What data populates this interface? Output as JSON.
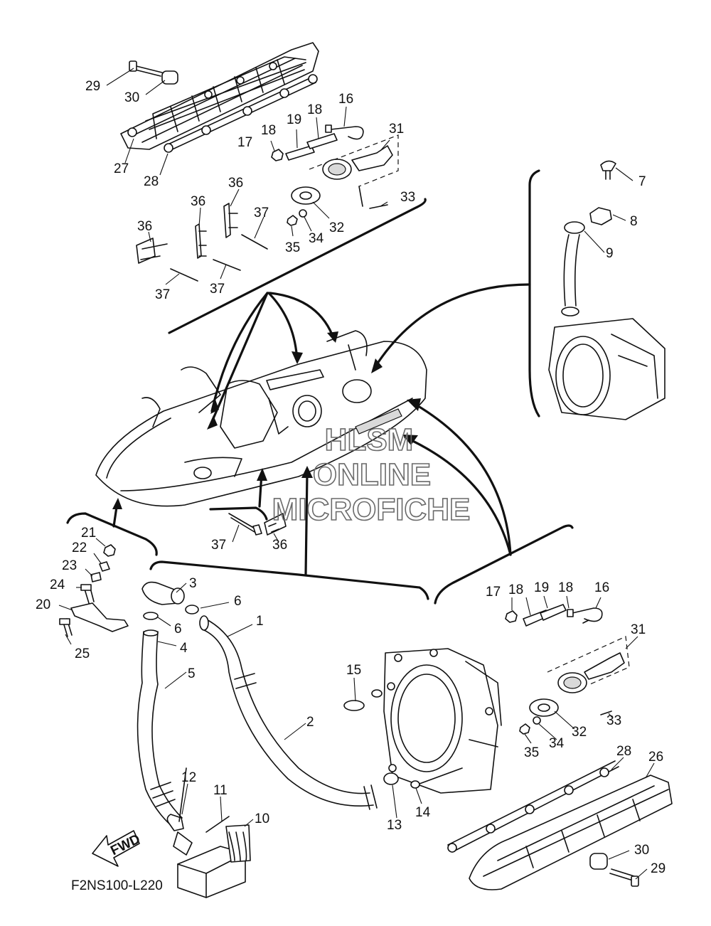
{
  "drawing_code": "F2NS100-L220",
  "fwd_label": "FWD",
  "watermark": {
    "line1": "HLSM",
    "line2": "ONLINE",
    "line3": "MICROFICHE"
  },
  "callouts": [
    {
      "id": "c29a",
      "text": "29"
    },
    {
      "id": "c30a",
      "text": "30"
    },
    {
      "id": "c27",
      "text": "27"
    },
    {
      "id": "c28a",
      "text": "28"
    },
    {
      "id": "c16a",
      "text": "16"
    },
    {
      "id": "c18a",
      "text": "18"
    },
    {
      "id": "c19a",
      "text": "19"
    },
    {
      "id": "c18b",
      "text": "18"
    },
    {
      "id": "c17a",
      "text": "17"
    },
    {
      "id": "c31a",
      "text": "31"
    },
    {
      "id": "c33a",
      "text": "33"
    },
    {
      "id": "c32a",
      "text": "32"
    },
    {
      "id": "c34a",
      "text": "34"
    },
    {
      "id": "c35a",
      "text": "35"
    },
    {
      "id": "c36a",
      "text": "36"
    },
    {
      "id": "c36b",
      "text": "36"
    },
    {
      "id": "c36c",
      "text": "36"
    },
    {
      "id": "c37a",
      "text": "37"
    },
    {
      "id": "c37b",
      "text": "37"
    },
    {
      "id": "c37c",
      "text": "37"
    },
    {
      "id": "c7",
      "text": "7"
    },
    {
      "id": "c8",
      "text": "8"
    },
    {
      "id": "c9",
      "text": "9"
    },
    {
      "id": "c37d",
      "text": "37"
    },
    {
      "id": "c36d",
      "text": "36"
    },
    {
      "id": "c21",
      "text": "21"
    },
    {
      "id": "c22",
      "text": "22"
    },
    {
      "id": "c23",
      "text": "23"
    },
    {
      "id": "c24",
      "text": "24"
    },
    {
      "id": "c20",
      "text": "20"
    },
    {
      "id": "c25",
      "text": "25"
    },
    {
      "id": "c3",
      "text": "3"
    },
    {
      "id": "c6a",
      "text": "6"
    },
    {
      "id": "c6b",
      "text": "6"
    },
    {
      "id": "c4",
      "text": "4"
    },
    {
      "id": "c5",
      "text": "5"
    },
    {
      "id": "c1",
      "text": "1"
    },
    {
      "id": "c2",
      "text": "2"
    },
    {
      "id": "c17b",
      "text": "17"
    },
    {
      "id": "c18c",
      "text": "18"
    },
    {
      "id": "c19b",
      "text": "19"
    },
    {
      "id": "c18d",
      "text": "18"
    },
    {
      "id": "c16b",
      "text": "16"
    },
    {
      "id": "c31b",
      "text": "31"
    },
    {
      "id": "c15",
      "text": "15"
    },
    {
      "id": "c33b",
      "text": "33"
    },
    {
      "id": "c32b",
      "text": "32"
    },
    {
      "id": "c34b",
      "text": "34"
    },
    {
      "id": "c35b",
      "text": "35"
    },
    {
      "id": "c13",
      "text": "13"
    },
    {
      "id": "c14",
      "text": "14"
    },
    {
      "id": "c12",
      "text": "12"
    },
    {
      "id": "c11",
      "text": "11"
    },
    {
      "id": "c10",
      "text": "10"
    },
    {
      "id": "c28b",
      "text": "28"
    },
    {
      "id": "c26",
      "text": "26"
    },
    {
      "id": "c30b",
      "text": "30"
    },
    {
      "id": "c29b",
      "text": "29"
    }
  ]
}
